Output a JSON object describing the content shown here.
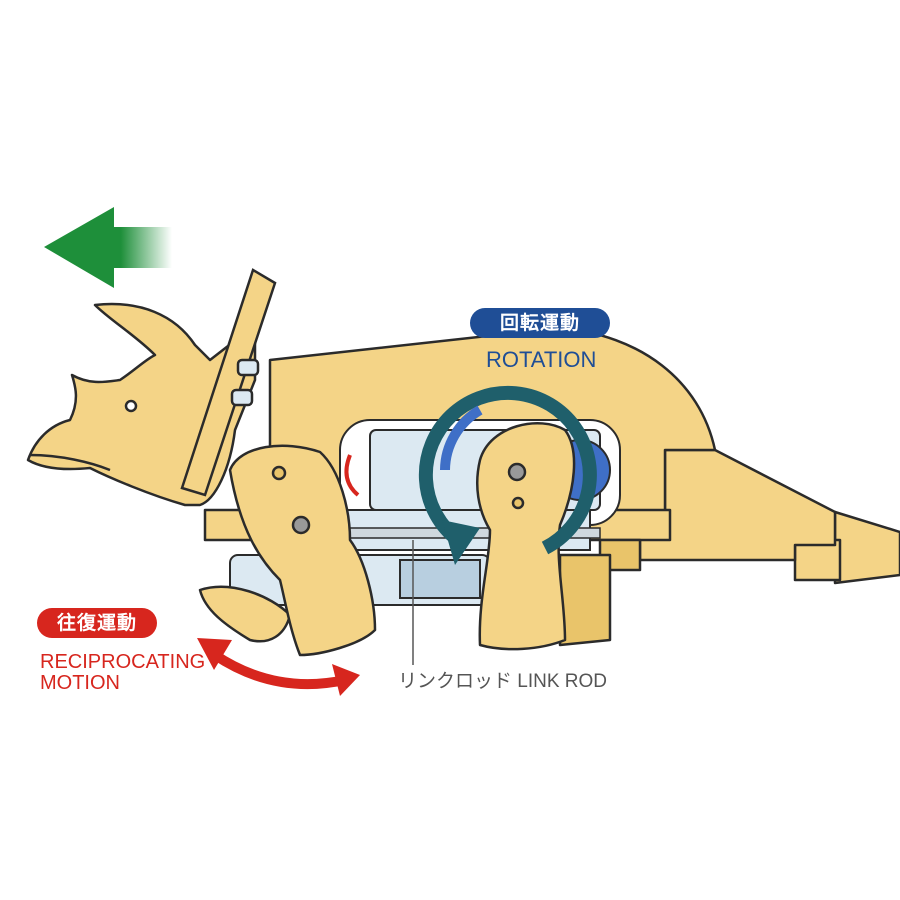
{
  "labels": {
    "rotation_jp": "回転運動",
    "rotation_en": "ROTATION",
    "reciprocating_jp": "往復運動",
    "reciprocating_en": "RECIPROCATING\nMOTION",
    "linkrod": "リンクロッド LINK ROD"
  },
  "colors": {
    "body": "#f4d487",
    "body_shade": "#e9c46a",
    "outline": "#2b2b2b",
    "arrow_green": "#1e8f3a",
    "rotation_blue": "#1f4e96",
    "rotation_teal": "#1f5f6b",
    "reciprocating_red": "#d7261e",
    "gearbox": "#dce9f2",
    "caption_gray": "#555555"
  },
  "icons": {
    "direction": "left-arrow-icon",
    "rotation": "circular-arrow-icon",
    "reciprocation": "double-arrow-icon"
  }
}
